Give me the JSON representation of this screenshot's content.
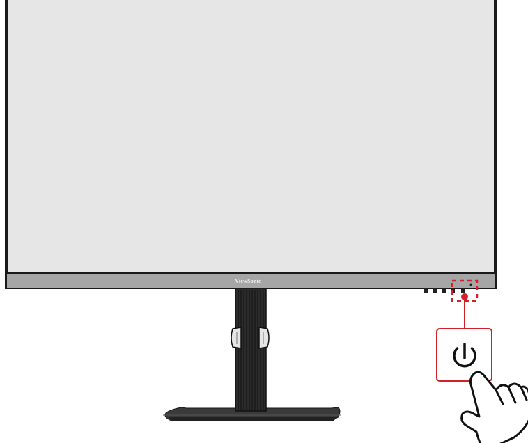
{
  "monitor": {
    "brand_label": "ViewSonic",
    "screen_color": "#e6e6e6",
    "bezel_color": "#1a1a1a",
    "chin_color": "#a6a6a6"
  },
  "controls": {
    "button_count": 5,
    "highlighted_button": "power",
    "highlight_color": "#d0202a"
  },
  "callout": {
    "icon": "power-icon",
    "border_color": "#d0202a"
  },
  "hand": {
    "icon": "pointing-hand-icon",
    "action": "press"
  }
}
